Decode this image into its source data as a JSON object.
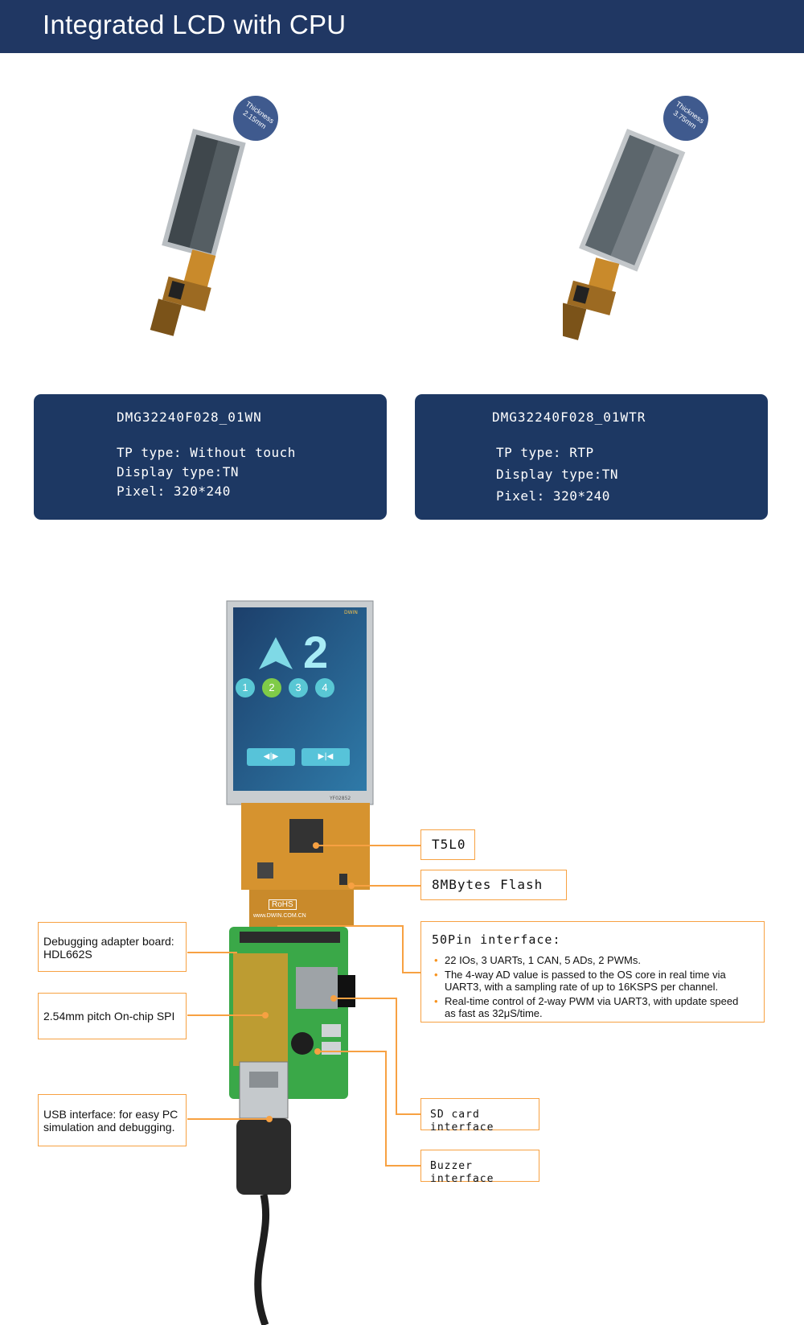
{
  "header": {
    "title": "Integrated LCD with CPU"
  },
  "products": [
    {
      "thickness_label": "Thickness",
      "thickness_value": "2.15mm",
      "model": "DMG32240F028_01WN",
      "tp_type": "TP type: Without touch",
      "display_type": "Display type:TN",
      "pixel": "Pixel: 320*240"
    },
    {
      "thickness_label": "Thickness",
      "thickness_value": "3.75mm",
      "model": "DMG32240F028_01WTR",
      "tp_type": "TP type: RTP",
      "display_type": "Display type:TN",
      "pixel": "Pixel: 320*240"
    }
  ],
  "screen": {
    "big_number": "2",
    "buttons": [
      "1",
      "2",
      "3",
      "4"
    ],
    "prev_glyph": "◀|▶",
    "next_glyph": "▶|◀",
    "logo": "DWIN",
    "pcb_code": "YF02852"
  },
  "board_marks": {
    "rohs": "RoHS",
    "url": "www.DWIN.COM.CN"
  },
  "callouts": {
    "t5l0": "T5L0",
    "flash": "8MBytes Flash",
    "debug_board": [
      "Debugging adapter board:",
      "HDL662S"
    ],
    "spi": "2.54mm pitch On-chip SPI",
    "usb": [
      "USB interface:  for easy PC",
      "simulation and debugging."
    ],
    "pin50_title": "50Pin interface:",
    "pin50_items": [
      [
        "22 IOs, 3 UARTs, 1 CAN, 5 ADs, 2 PWMs."
      ],
      [
        "The 4-way AD value is passed to the OS core in real time via",
        "UART3, with a sampling rate of up to 16KSPS per channel."
      ],
      [
        "Real-time control of 2-way PWM via UART3, with update speed",
        "as fast as 32μS/time."
      ]
    ],
    "sd": "SD card interface",
    "buzzer": "Buzzer interface"
  },
  "colors": {
    "header_bg": "#203763",
    "card_bg": "#1d3863",
    "accent": "#f7a142",
    "screen_bg": "#1f4f7e"
  }
}
